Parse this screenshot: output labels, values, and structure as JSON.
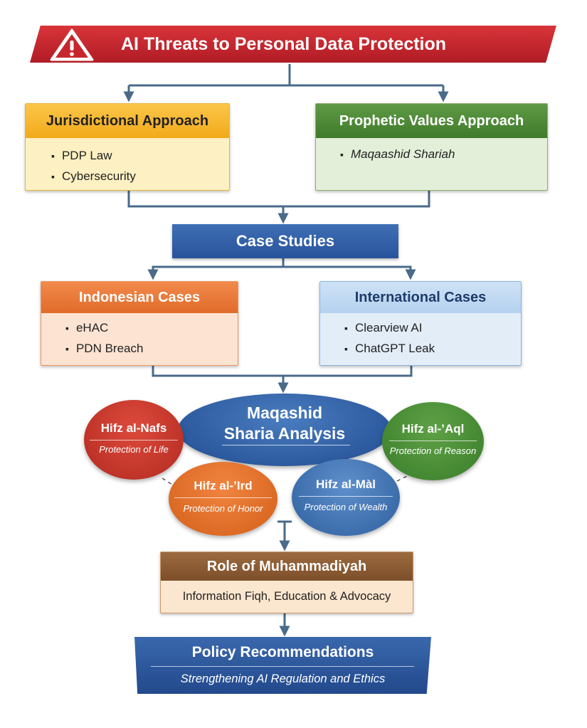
{
  "title": "AI Threats to Personal Data Protection",
  "title_icon": "warning-triangle-icon",
  "approaches": {
    "jurisdictional": {
      "heading": "Jurisdictional Approach",
      "items": [
        "PDP Law",
        "Cybersecurity"
      ],
      "color": "#f2a91a"
    },
    "prophetic": {
      "heading": "Prophetic Values Approach",
      "items": [
        "Maqaashid Shariah"
      ],
      "color": "#3f7a2b"
    }
  },
  "case_studies": {
    "heading": "Case Studies",
    "color": "#28539b"
  },
  "cases": {
    "indonesian": {
      "heading": "Indonesian Cases",
      "items": [
        "eHAC",
        "PDN Breach"
      ],
      "color": "#e06b2a"
    },
    "international": {
      "heading": "International Cases",
      "items": [
        "Clearview AI",
        "ChatGPT Leak"
      ],
      "color": "#b4d1ef"
    }
  },
  "analysis": {
    "title_line1": "Maqashid",
    "title_line2": "Sharia Analysis",
    "nafs": {
      "name": "Hifz al-Nafs",
      "meaning": "Protection of Life",
      "color": "#b22a20"
    },
    "aql": {
      "name": "Hifz al-’Aql",
      "meaning": "Protection of Reason",
      "color": "#3a7d2a"
    },
    "ird": {
      "name": "Hifz al-’Ird",
      "meaning": "Protection of Honor",
      "color": "#d45f1a"
    },
    "mal": {
      "name": "Hifz al-Màl",
      "meaning": "Protection of Wealth",
      "color": "#2e5f9e"
    }
  },
  "muhammadiyah": {
    "heading": "Role of Muhammadiyah",
    "text": "Information Fiqh, Education & Advocacy",
    "color": "#7d4f29"
  },
  "policy": {
    "heading": "Policy Recommendations",
    "text": "Strengthening AI Regulation and Ethics",
    "color": "#22498c"
  }
}
